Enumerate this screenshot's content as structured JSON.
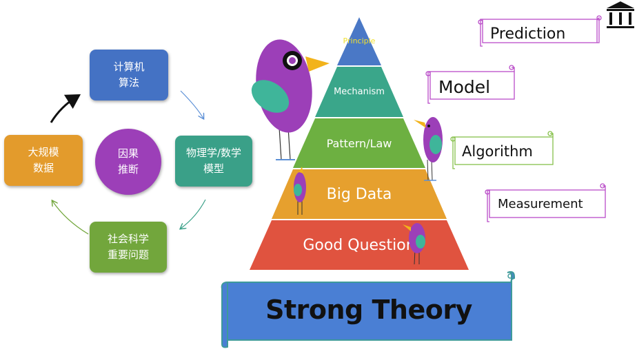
{
  "cycle": {
    "top_box": "计算机\n算法",
    "right_box": "物理学/数学\n模型",
    "bottom_box": "社会科学\n重要问题",
    "left_box": "大规模\n数据",
    "center_circle": "因果\n推断",
    "colors": {
      "top": "#4472c4",
      "right": "#3aa088",
      "bottom": "#72a63c",
      "left": "#e39b2c",
      "center": "#9c3fb8"
    }
  },
  "pyramid": {
    "levels": [
      {
        "label": "Principle",
        "color": "#4a78c6",
        "text_color": "#f0e030"
      },
      {
        "label": "Mechanism",
        "color": "#3aa68a",
        "text_color": "#ffffff"
      },
      {
        "label": "Pattern/Law",
        "color": "#6db041",
        "text_color": "#ffffff"
      },
      {
        "label": "Big Data",
        "color": "#e6a02e",
        "text_color": "#ffffff"
      },
      {
        "label": "Good Question",
        "color": "#e0533f",
        "text_color": "#ffffff"
      }
    ]
  },
  "scrolls": {
    "prediction": "Prediction",
    "model": "Model",
    "algorithm": "Algorithm",
    "measurement": "Measurement"
  },
  "banner": {
    "title": "Strong Theory",
    "color": "#4a7fd4"
  },
  "icons": [
    "bank-icon",
    "bird-illustration",
    "arrow-icon"
  ]
}
